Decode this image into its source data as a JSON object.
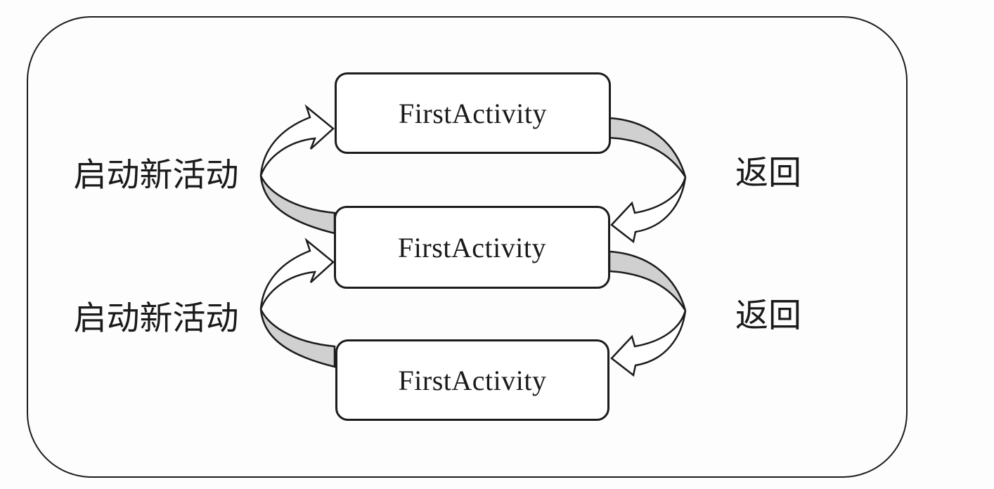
{
  "diagram": {
    "nodes": [
      {
        "label": "FirstActivity"
      },
      {
        "label": "FirstActivity"
      },
      {
        "label": "FirstActivity"
      }
    ],
    "edge_labels": {
      "start_top": "启动新活动",
      "back_top": "返回",
      "start_bottom": "启动新活动",
      "back_bottom": "返回"
    },
    "colors": {
      "outline": "#1c1c1c",
      "box_fill": "#ffffff",
      "ribbon_gray": "#d0d0d0",
      "background": "#fdfdfd"
    }
  }
}
